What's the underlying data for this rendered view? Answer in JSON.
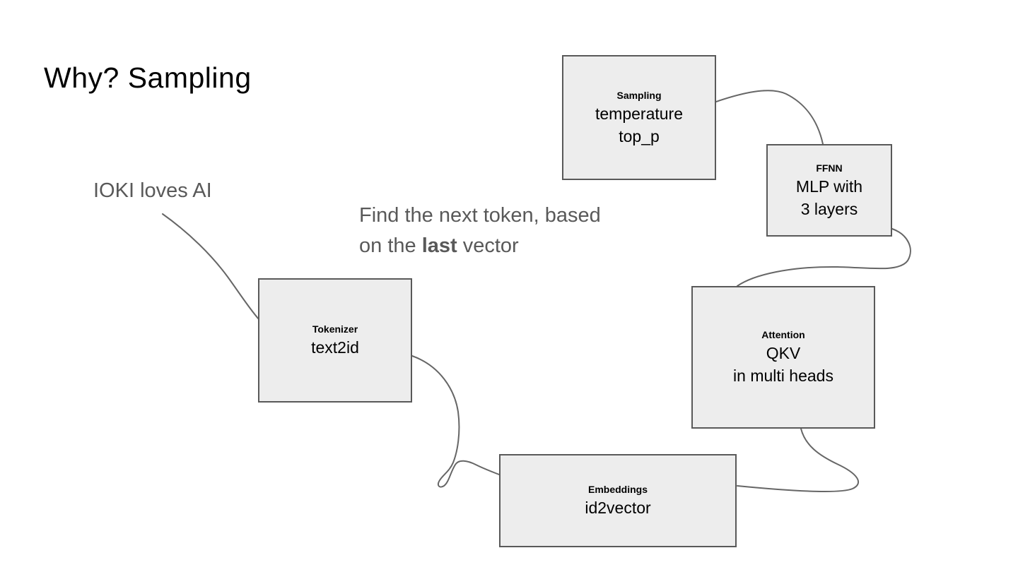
{
  "slide": {
    "title": "Why? Sampling"
  },
  "texts": {
    "input_example": "IOKI loves AI",
    "caption_line1": "Find the next token, based",
    "caption_line2_prefix": "on the ",
    "caption_line2_bold": "last",
    "caption_line2_suffix": " vector"
  },
  "nodes": [
    {
      "id": "sampling",
      "label": "Sampling",
      "lines": [
        "temperature",
        "top_p"
      ]
    },
    {
      "id": "ffnn",
      "label": "FFNN",
      "lines": [
        "MLP with",
        "3 layers"
      ]
    },
    {
      "id": "attention",
      "label": "Attention",
      "lines": [
        "QKV",
        "in multi heads"
      ]
    },
    {
      "id": "tokenizer",
      "label": "Tokenizer",
      "lines": [
        "text2id"
      ]
    },
    {
      "id": "embeddings",
      "label": "Embeddings",
      "lines": [
        "id2vector"
      ]
    }
  ],
  "colors": {
    "background": "#ffffff",
    "box_fill": "#ededed",
    "box_border": "#595959",
    "connector": "#666666",
    "muted_text": "#595959",
    "title_text": "#000000"
  }
}
